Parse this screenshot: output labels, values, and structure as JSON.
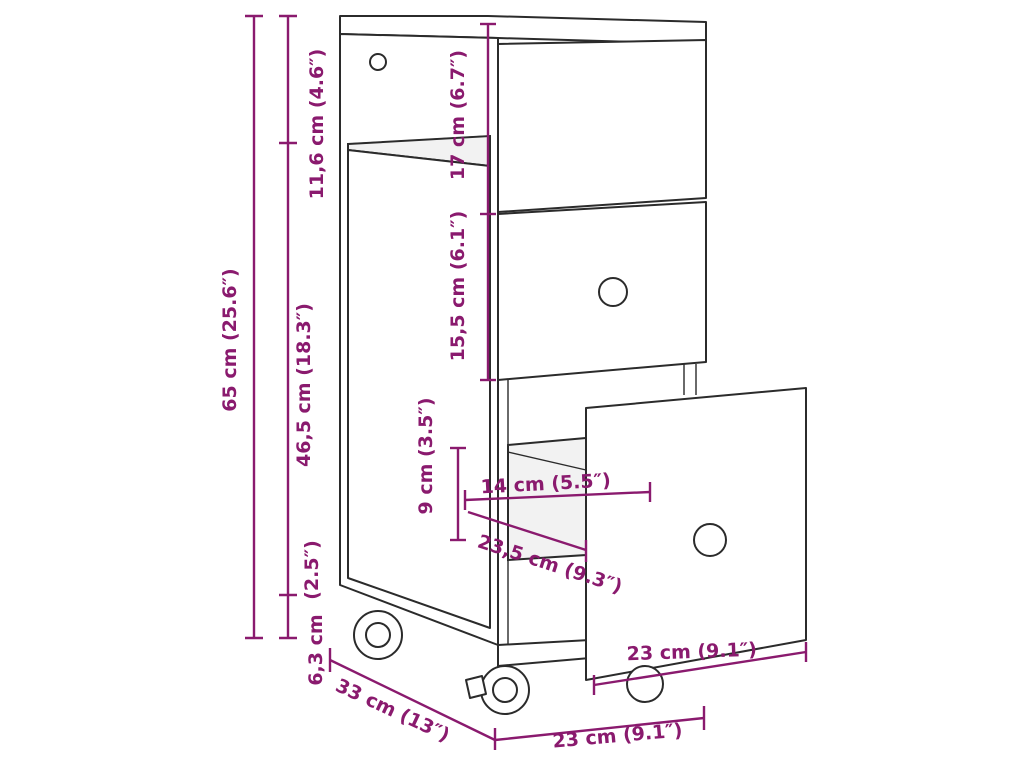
{
  "dimensions": {
    "total_height": "65 cm (25.6″)",
    "upper_section_height": "11,6 cm (4.6″)",
    "middle_section_height": "46,5 cm (18.3″)",
    "bottom_gap_height": "(2.5″)",
    "bottom_gap_cm": "6,3 cm",
    "top_drawer_height": "17 cm (6.7″)",
    "middle_drawer_height": "15,5 cm (6.1″)",
    "open_drawer_depth": "9 cm (3.5″)",
    "open_drawer_inner_width": "14 cm (5.5″)",
    "open_drawer_inner_length": "23,5 cm (9.3″)",
    "open_drawer_front_width": "23 cm (9.1″)",
    "depth": "33 cm (13″)",
    "width": "23 cm (9.1″)"
  },
  "colors": {
    "dimension": "#8a1a6e",
    "outline": "#2b2b2b",
    "background": "#ffffff"
  }
}
